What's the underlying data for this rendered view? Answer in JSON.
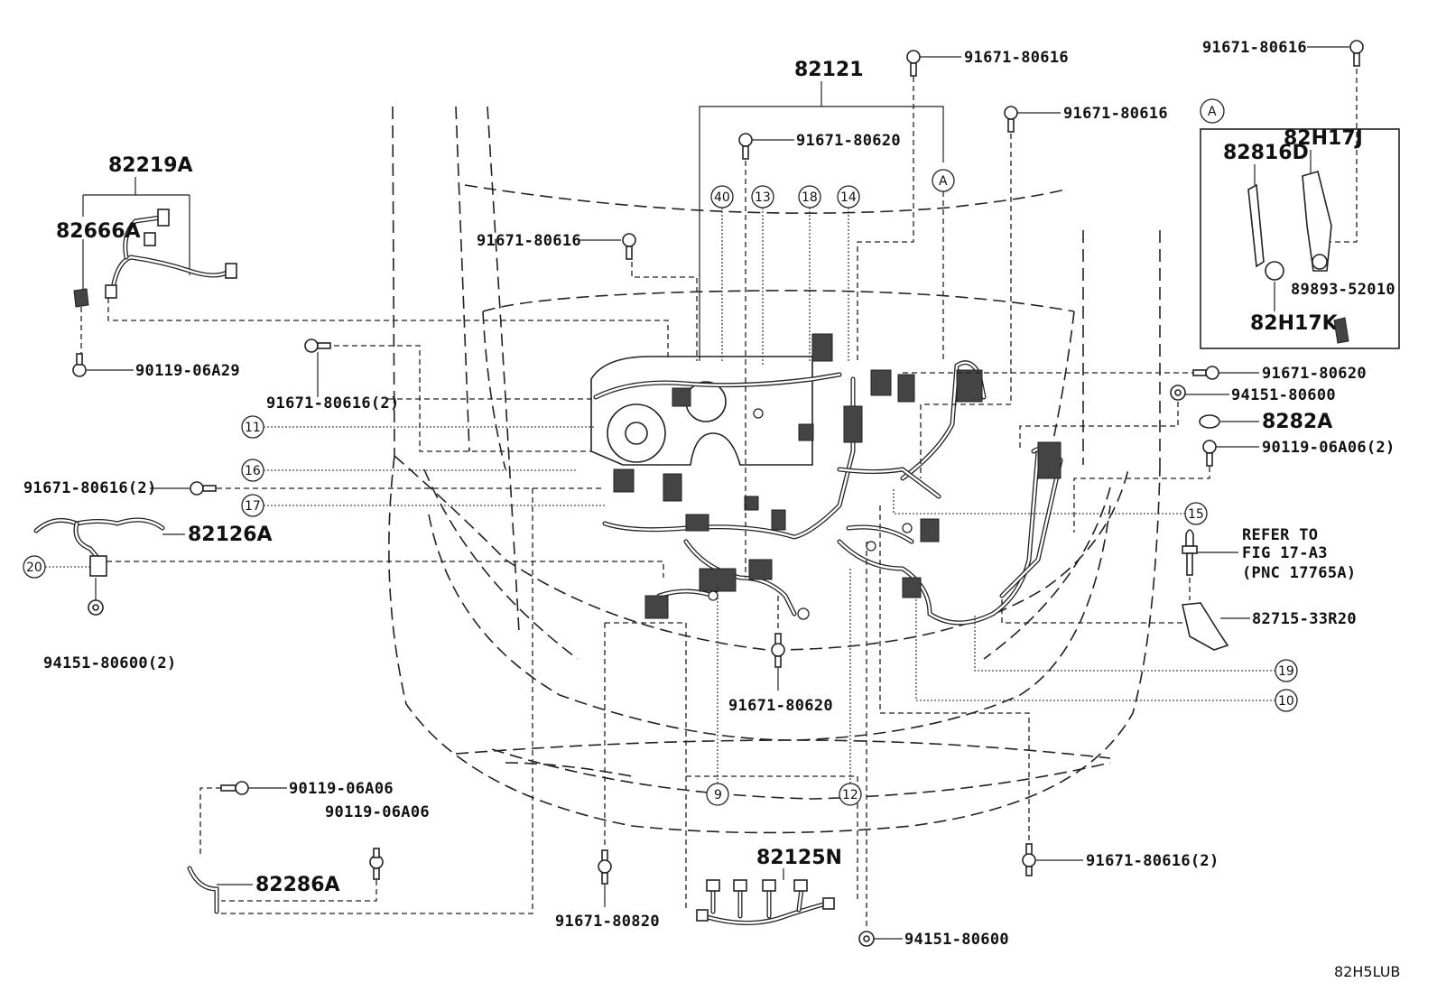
{
  "figure": {
    "code": "82H5LUB",
    "assembly": {
      "main_harness": "82121",
      "callout_A": "A"
    },
    "parts": [
      {
        "id": "p_82219A",
        "label": "82219A"
      },
      {
        "id": "p_82666A",
        "label": "82666A"
      },
      {
        "id": "p_9011906A29",
        "label": "90119-06A29"
      },
      {
        "id": "p_9167180616_2a",
        "label": "91671-80616(2)"
      },
      {
        "id": "p_9167180616_2b",
        "label": "91671-80616(2)"
      },
      {
        "id": "p_82126A",
        "label": "82126A"
      },
      {
        "id": "p_9415180600_2",
        "label": "94151-80600(2)"
      },
      {
        "id": "p_9011906A06_a",
        "label": "90119-06A06"
      },
      {
        "id": "p_9011906A06_b",
        "label": "90119-06A06"
      },
      {
        "id": "p_82286A",
        "label": "82286A"
      },
      {
        "id": "p_9167180820",
        "label": "91671-80820"
      },
      {
        "id": "p_82125N",
        "label": "82125N"
      },
      {
        "id": "p_9415180600_b",
        "label": "94151-80600"
      },
      {
        "id": "p_9167180620_a",
        "label": "91671-80620"
      },
      {
        "id": "p_9167180620_b",
        "label": "91671-80620"
      },
      {
        "id": "p_9167180620_c",
        "label": "91671-80620"
      },
      {
        "id": "p_9167180616_a",
        "label": "91671-80616"
      },
      {
        "id": "p_9167180616_b",
        "label": "91671-80616"
      },
      {
        "id": "p_9167180616_c",
        "label": "91671-80616"
      },
      {
        "id": "p_9167180616_d",
        "label": "91671-80616"
      },
      {
        "id": "p_9167180616_2c",
        "label": "91671-80616(2)"
      },
      {
        "id": "p_9415180600_a",
        "label": "94151-80600"
      },
      {
        "id": "p_8282A",
        "label": "8282A"
      },
      {
        "id": "p_9011906A06_2",
        "label": "90119-06A06(2)"
      },
      {
        "id": "p_8271533R20",
        "label": "82715-33R20"
      },
      {
        "id": "p_82816D",
        "label": "82816D"
      },
      {
        "id": "p_82H17J",
        "label": "82H17J"
      },
      {
        "id": "p_8989352010",
        "label": "89893-52010"
      },
      {
        "id": "p_82H17K",
        "label": "82H17K"
      }
    ],
    "refer": {
      "line1": "REFER TO",
      "line2": "FIG 17-A3",
      "line3": "(PNC 17765A)"
    },
    "callouts": {
      "c40": "40",
      "c13": "13",
      "c18": "18",
      "c14": "14",
      "c11": "11",
      "c16": "16",
      "c17": "17",
      "c20": "20",
      "c15": "15",
      "c19": "19",
      "c10": "10",
      "c9": "9",
      "c12": "12",
      "cA_inset": "A"
    }
  }
}
